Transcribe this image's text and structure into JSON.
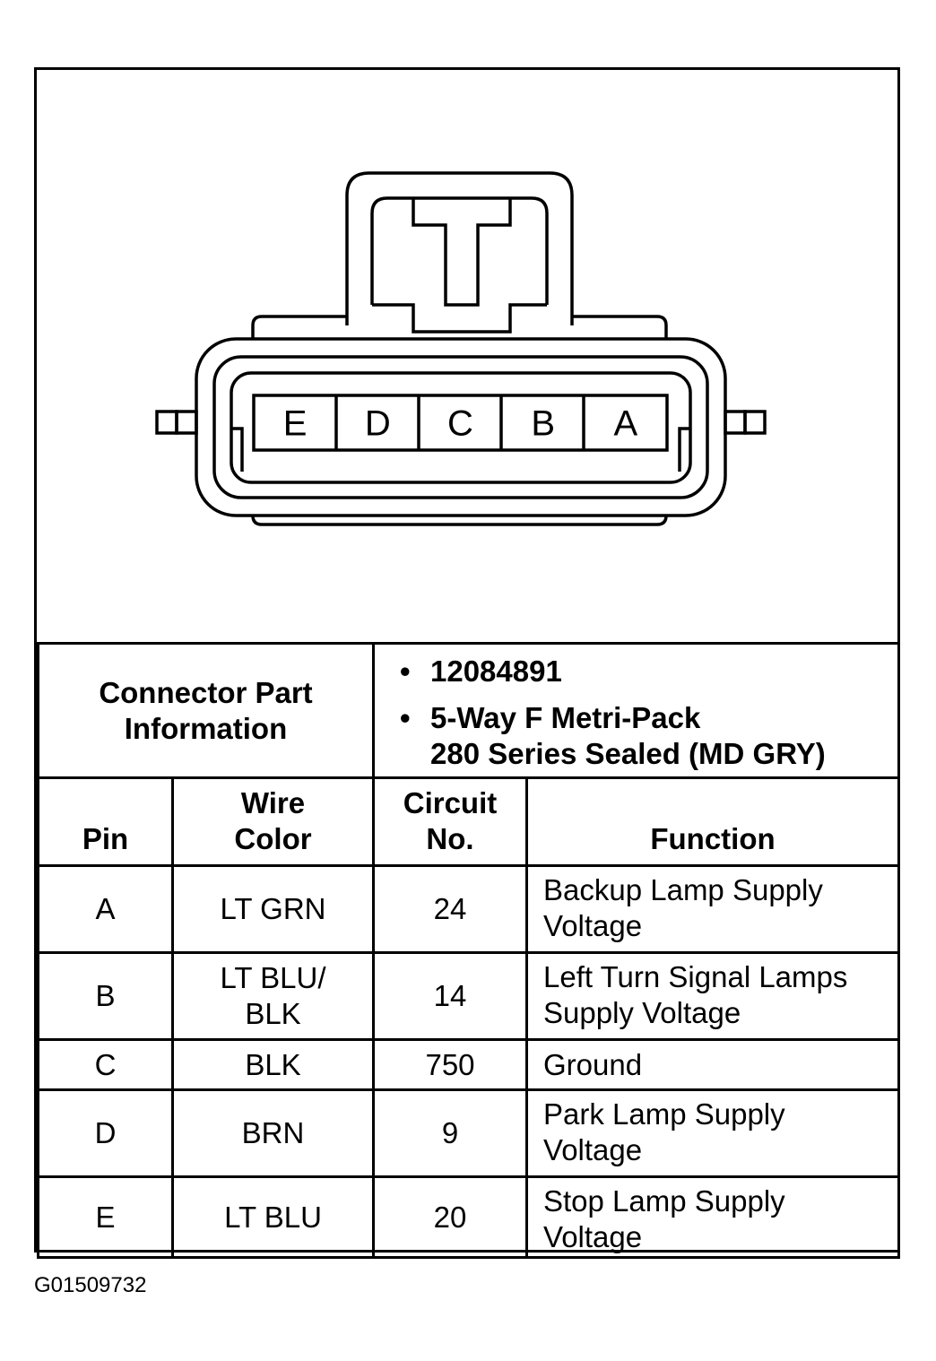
{
  "connector": {
    "pin_labels": [
      "E",
      "D",
      "C",
      "B",
      "A"
    ]
  },
  "part_info": {
    "label": "Connector Part Information",
    "items": [
      "12084891",
      "5-Way F Metri-Pack",
      "280 Series Sealed (MD GRY)"
    ]
  },
  "table": {
    "headers": {
      "pin": "Pin",
      "wire_color_l1": "Wire",
      "wire_color_l2": "Color",
      "circuit_l1": "Circuit",
      "circuit_l2": "No.",
      "function": "Function"
    },
    "rows": [
      {
        "pin": "A",
        "wire_l1": "LT GRN",
        "wire_l2": "",
        "circuit": "24",
        "function_l1": "Backup Lamp Supply",
        "function_l2": "Voltage"
      },
      {
        "pin": "B",
        "wire_l1": "LT BLU/",
        "wire_l2": "BLK",
        "circuit": "14",
        "function_l1": "Left Turn Signal Lamps",
        "function_l2": "Supply Voltage"
      },
      {
        "pin": "C",
        "wire_l1": "BLK",
        "wire_l2": "",
        "circuit": "750",
        "function_l1": "Ground",
        "function_l2": ""
      },
      {
        "pin": "D",
        "wire_l1": "BRN",
        "wire_l2": "",
        "circuit": "9",
        "function_l1": "Park Lamp Supply",
        "function_l2": "Voltage"
      },
      {
        "pin": "E",
        "wire_l1": "LT BLU",
        "wire_l2": "",
        "circuit": "20",
        "function_l1": "Stop Lamp Supply",
        "function_l2": "Voltage"
      }
    ]
  },
  "caption": "G01509732"
}
